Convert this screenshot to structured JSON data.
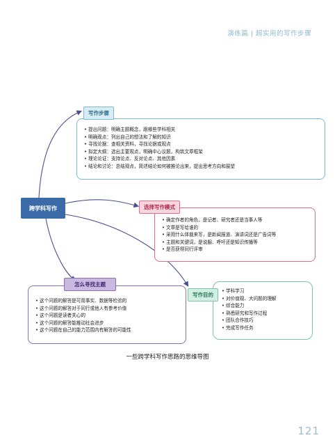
{
  "header": {
    "section": "演练篇 | 超实用的写作步骤"
  },
  "page_number": "121",
  "caption": "一些跨学科写作思路的思维导图",
  "center_node": "跨学科写作",
  "nodes": {
    "steps": {
      "title": "写作步骤",
      "items": [
        "提出问题：明确主题概念，跟哪些学科相关",
        "明确观点：列出自己的想法和了解的知识",
        "寻找论据：查相关资料，寻找论据或观点",
        "拟定大纲：选出主要观点，明确中心议题，构筑文章框架",
        "理论论证：支持论点、反对论点、其他因素",
        "结论和讨论：总结观点，简述结论如何被推论出来，提出思考方向和展望"
      ]
    },
    "mode": {
      "title": "选择写作模式",
      "items": [
        "确定作者的角色，是记者、研究者还是当事人等",
        "文章是写给谁的",
        "采用什么体裁来写，是新闻报道、演讲词还是广告词等",
        "主题和关键词，是说服、呼吁还是知识传播等",
        "是否获得同行评审"
      ]
    },
    "topic": {
      "title": "怎么寻找主题",
      "items": [
        "这个问题的解答是可用事实、数据等检验的",
        "这个问题的解答对于同行或他人有参考价值",
        "这个问题是读者关心的",
        "这个问题的解答能推动社会进步",
        "这个问题在自己的能力范围内有解答的可能性"
      ]
    },
    "purpose": {
      "title": "写作目的",
      "items": [
        "学科学习",
        "对价值观、大问题的理解",
        "综合能力",
        "熟悉研究和写作过程",
        "团队合作技巧",
        "完成写作任务"
      ]
    }
  },
  "colors": {
    "steps": "#7fb8d4",
    "steps_tag_bg": "#d8ecf4",
    "mode": "#e36b8d",
    "mode_tag_bg": "#f7d7df",
    "topic": "#8a70b3",
    "topic_tag_bg": "#c9b8e0",
    "purpose": "#7cc4a8",
    "purpose_tag_bg": "#d3eee3",
    "center": "#3b6aa8",
    "arrow": "#4a4f8f"
  }
}
